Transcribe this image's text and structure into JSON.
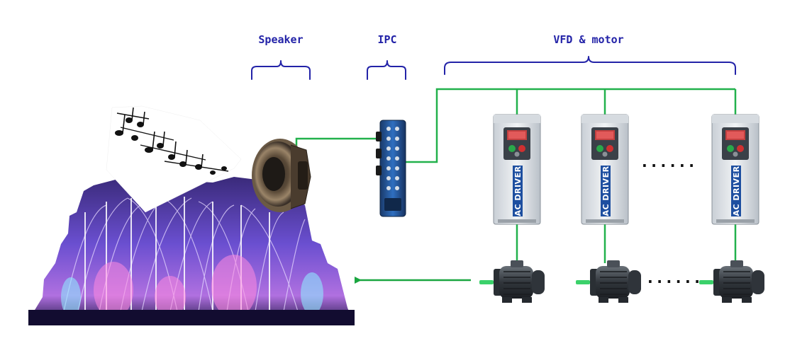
{
  "labels": {
    "speaker": "Speaker",
    "ipc": "IPC",
    "vfd_motor": "VFD & motor"
  },
  "vfd_badge": "AC DRIVER",
  "continuation": "......",
  "colors": {
    "label": "#2323a8",
    "bracket": "#2323a8",
    "wire": "#22b14c",
    "arrow": "#1aa640",
    "vfd_body": "#e4e8ec",
    "vfd_stripe": "#1e4fa0",
    "motor_body": "#3a3f45",
    "shaft": "#3bd16a",
    "fountain_glow": "#9b6cff"
  },
  "icons": {
    "speaker": "speaker-icon",
    "ipc": "ipc-controller-icon",
    "vfd": "vfd-icon",
    "motor": "motor-icon",
    "fountain": "fountain-icon",
    "music_notes": "music-notes-icon"
  }
}
